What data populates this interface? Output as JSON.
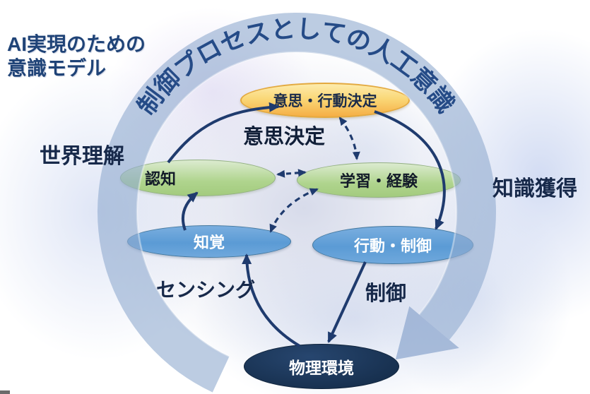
{
  "title": {
    "line1": "AI実現のための",
    "line2": "意識モデル"
  },
  "ring": {
    "curved_text": "制御プロセスとしての人工意識",
    "band_color": "#93ACD1",
    "direction": "clockwise"
  },
  "nodes": {
    "decision": {
      "label": "意思・行動決定",
      "color": "#F5AE45"
    },
    "cognition": {
      "label": "認知",
      "color": "#AFD48D"
    },
    "learning": {
      "label": "学習・経験",
      "color": "#AFD48D"
    },
    "perception": {
      "label": "知覚",
      "color": "#5B9BD5"
    },
    "action": {
      "label": "行動・制御",
      "color": "#5B9BD5"
    },
    "environment": {
      "label": "物理環境",
      "color": "#17304F"
    }
  },
  "labels": {
    "world_understanding": "世界理解",
    "knowledge_acquisition": "知識獲得",
    "decision_making": "意思決定",
    "sensing": "センシング",
    "control": "制御"
  },
  "edges": [
    {
      "from": "認知",
      "to": "意思・行動決定",
      "style": "solid"
    },
    {
      "from": "意思・行動決定",
      "to": "行動・制御",
      "style": "solid"
    },
    {
      "from": "知覚",
      "to": "認知",
      "style": "solid"
    },
    {
      "from": "物理環境",
      "to": "知覚",
      "style": "solid",
      "label": "センシング"
    },
    {
      "from": "行動・制御",
      "to": "物理環境",
      "style": "solid",
      "label": "制御"
    },
    {
      "from": "意思・行動決定",
      "to": "学習・経験",
      "style": "dashed-bidirectional"
    },
    {
      "from": "認知",
      "to": "学習・経験",
      "style": "dashed-bidirectional"
    },
    {
      "from": "知覚",
      "to": "学習・経験",
      "style": "dashed-bidirectional"
    }
  ],
  "colors": {
    "arrow": "#1F3B6E",
    "title_text": "#1F4377",
    "label_text": "#17294A",
    "ring_text": "#254B87"
  }
}
